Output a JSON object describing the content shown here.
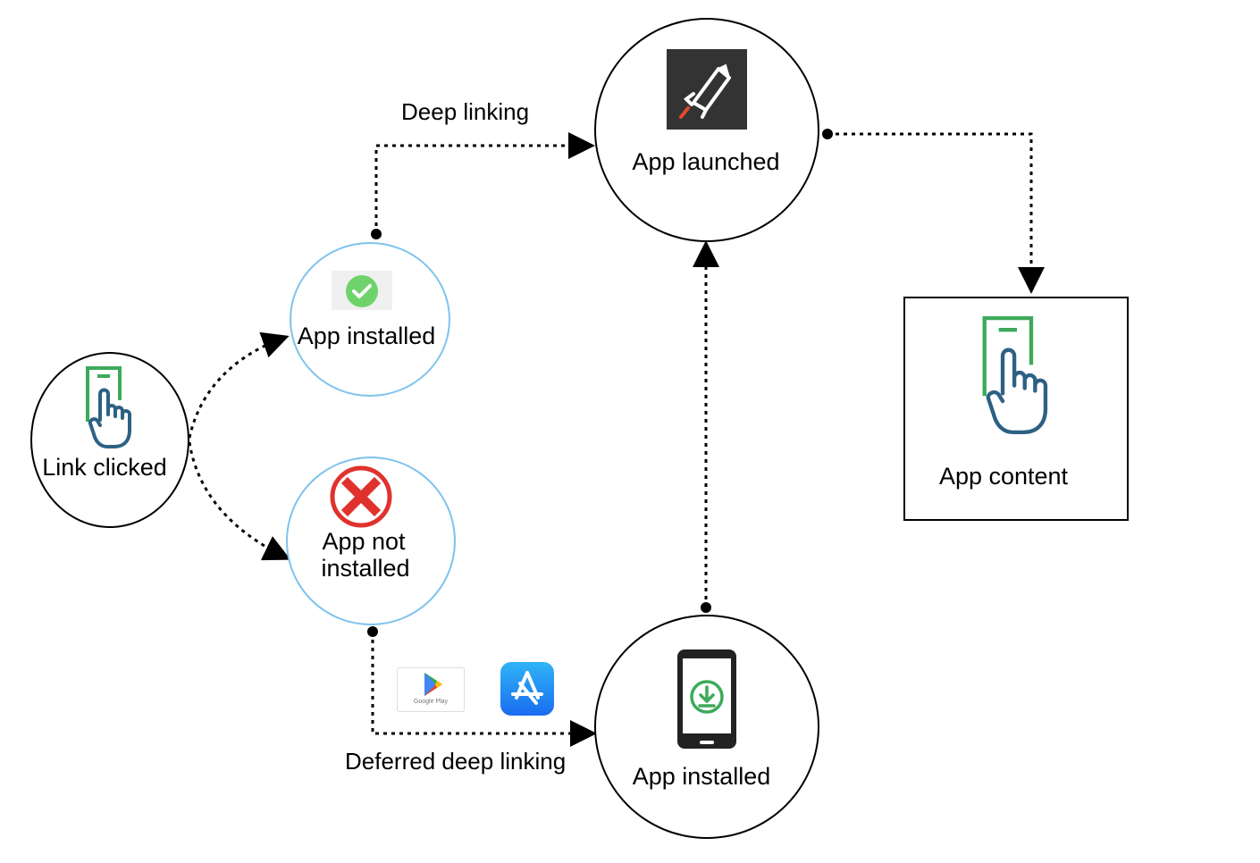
{
  "nodes": {
    "link_clicked": "Link clicked",
    "app_installed_top": "App installed",
    "app_not_installed_line1": "App not",
    "app_not_installed_line2": "installed",
    "app_launched": "App launched",
    "app_installed_bottom": "App installed",
    "app_content": "App content"
  },
  "edges": {
    "deep_linking": "Deep linking",
    "deferred_deep_linking": "Deferred deep linking"
  },
  "badges": {
    "google_play": "Google Play"
  },
  "icons": {
    "link_clicked": "phone-tap-icon",
    "app_installed_top": "check-circle-icon",
    "app_not_installed": "x-circle-icon",
    "app_launched": "rocket-icon",
    "app_installed_bottom": "phone-download-icon",
    "app_content": "phone-tap-icon",
    "stores": [
      "google-play-icon",
      "app-store-icon"
    ]
  },
  "colors": {
    "green": "#3daa5a",
    "blue_hand": "#2d6184",
    "red": "#e0322d",
    "circle_blue_border": "#7fc3ee",
    "rocket_bg": "#333333"
  }
}
